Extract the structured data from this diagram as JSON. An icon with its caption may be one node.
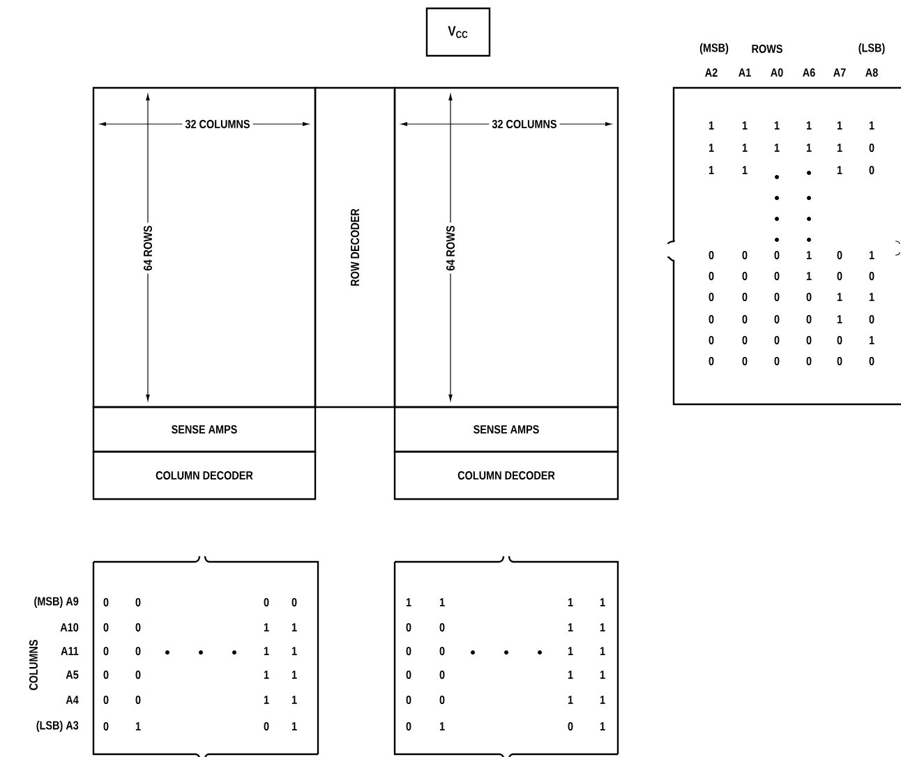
{
  "diagram": {
    "nodes": [
      {
        "text": [
          "V$_{CC}$"
        ]
      },
      {
        "text": [],
        "shape": "box"
      },
      {
        "text": [
          "ROW DECODER"
        ]
      },
      {
        "text": [],
        "shape": "box"
      },
      {
        "text": [],
        "shape": "box"
      },
      {
        "text": [
          "SENSE AMPS"
        ]
      },
      {
        "text": [
          "SENSE AMPS"
        ]
      },
      {
        "text": [
          "COLUMN DECODER"
        ]
      },
      {
        "text": [
          "COLUMN DECODER"
        ]
      },
      {
        "text": [],
        "shape": "box"
      },
      {
        "text": [],
        "shape": "box"
      }
    ],
    "labels": [
      "32 COLUMNS",
      "64 ROWS",
      "32 COLUMNS",
      "64 ROWS",
      "(MSB)",
      "ROWS",
      "(LSB)",
      "A2",
      "A1",
      "A0",
      "A6",
      "A7",
      "A8",
      "1",
      "1",
      "1",
      "1",
      "1",
      "1",
      "1",
      "1",
      "1",
      "1",
      "1",
      "0",
      "1",
      "1",
      "1",
      "0",
      "0",
      "0",
      "0",
      "1",
      "0",
      "1",
      "0",
      "0",
      "0",
      "1",
      "0",
      "0",
      "0",
      "0",
      "0",
      "0",
      "1",
      "1",
      "0",
      "0",
      "0",
      "0",
      "1",
      "0",
      "0",
      "0",
      "0",
      "0",
      "0",
      "1",
      "0",
      "0",
      "0",
      "0",
      "0",
      "0",
      "(MSB) A9",
      "A10",
      "A11",
      "A5",
      "A4",
      "(LSB) A3",
      "COLUMNS",
      "0",
      "0",
      "0",
      "0",
      "0",
      "0",
      "1",
      "1",
      "0",
      "0",
      "1",
      "1",
      "0",
      "0",
      "1",
      "1",
      "0",
      "0",
      "1",
      "1",
      "0",
      "1",
      "0",
      "1",
      "1",
      "1",
      "1",
      "1",
      "0",
      "0",
      "1",
      "1",
      "0",
      "0",
      "1",
      "1",
      "0",
      "0",
      "1",
      "1",
      "0",
      "0",
      "1",
      "1",
      "0",
      "1",
      "0",
      "1"
    ]
  }
}
